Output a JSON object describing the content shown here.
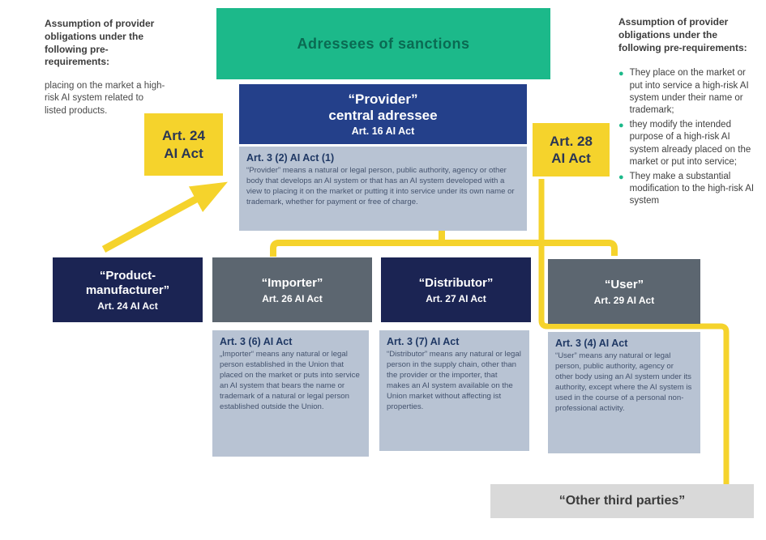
{
  "colors": {
    "green": "#1CB98A",
    "green_text": "#0A6A52",
    "royal_navy": "#24408A",
    "dark_navy": "#1B2453",
    "slate_gray": "#5C6670",
    "definition_fill": "#B8C3D3",
    "definition_header": "#1F3864",
    "definition_text": "#44536E",
    "yellow": "#F5D32C",
    "badge_text": "#2A3655",
    "light_gray": "#D9D9D9",
    "note_text": "#404040"
  },
  "left_note": {
    "header": "Assumption of provider obligations under the following pre-requirements:",
    "body": "placing on the market a high-risk AI system related to listed products."
  },
  "right_note": {
    "header": "Assumption of provider obligations under the following pre-requirements:",
    "bullets": [
      "They place on the market or put into service a high-risk AI system under their name or trademark;",
      "they modify the intended purpose of a high-risk AI system already  placed on the market or put into service;",
      "They make a substantial modification to the high-risk AI system"
    ]
  },
  "banner": {
    "label": "Adressees of sanctions"
  },
  "provider": {
    "title": "“Provider”",
    "subtitle": "central adressee",
    "article": "Art. 16 AI Act",
    "definition_header": "Art. 3 (2) AI Act (1)",
    "definition_body": "“Provider” means a natural or legal person, public authority, agency or other body that develops an AI system or that has an AI system developed with a view to placing it on the market or putting it into service under its own name or trademark,  whether for payment or free of charge."
  },
  "badges": {
    "art24": {
      "line1": "Art. 24",
      "line2": "AI Act"
    },
    "art28": {
      "line1": "Art. 28",
      "line2": "AI Act"
    }
  },
  "actors": {
    "product_manufacturer": {
      "title": "“Product-manufacturer”",
      "article": "Art. 24 AI Act"
    },
    "importer": {
      "title": "“Importer”",
      "article": "Art. 26 AI Act",
      "definition_header": "Art. 3 (6) AI Act",
      "definition_body": "„Importer“ means any natural or legal person established in the Union that placed on the market or puts into service an AI system that bears the name or trademark of a natural or legal person established outside the Union."
    },
    "distributor": {
      "title": "“Distributor”",
      "article": "Art. 27 AI Act",
      "definition_header": "Art. 3 (7) AI Act",
      "definition_body": "“Distributor” means any natural or legal person in the supply chain, other than the provider or the importer, that makes an AI system available on the Union market without affecting ist properties."
    },
    "user": {
      "title": "“User”",
      "article": "Art. 29 AI Act",
      "definition_header": "Art. 3 (4) AI Act",
      "definition_body": "“User” means any natural or legal person, public authority, agency or other body using an AI system under its authority, except where the AI system is used in the course of a personal non-professional activity."
    }
  },
  "other_third_parties": {
    "label": "“Other third parties”"
  }
}
